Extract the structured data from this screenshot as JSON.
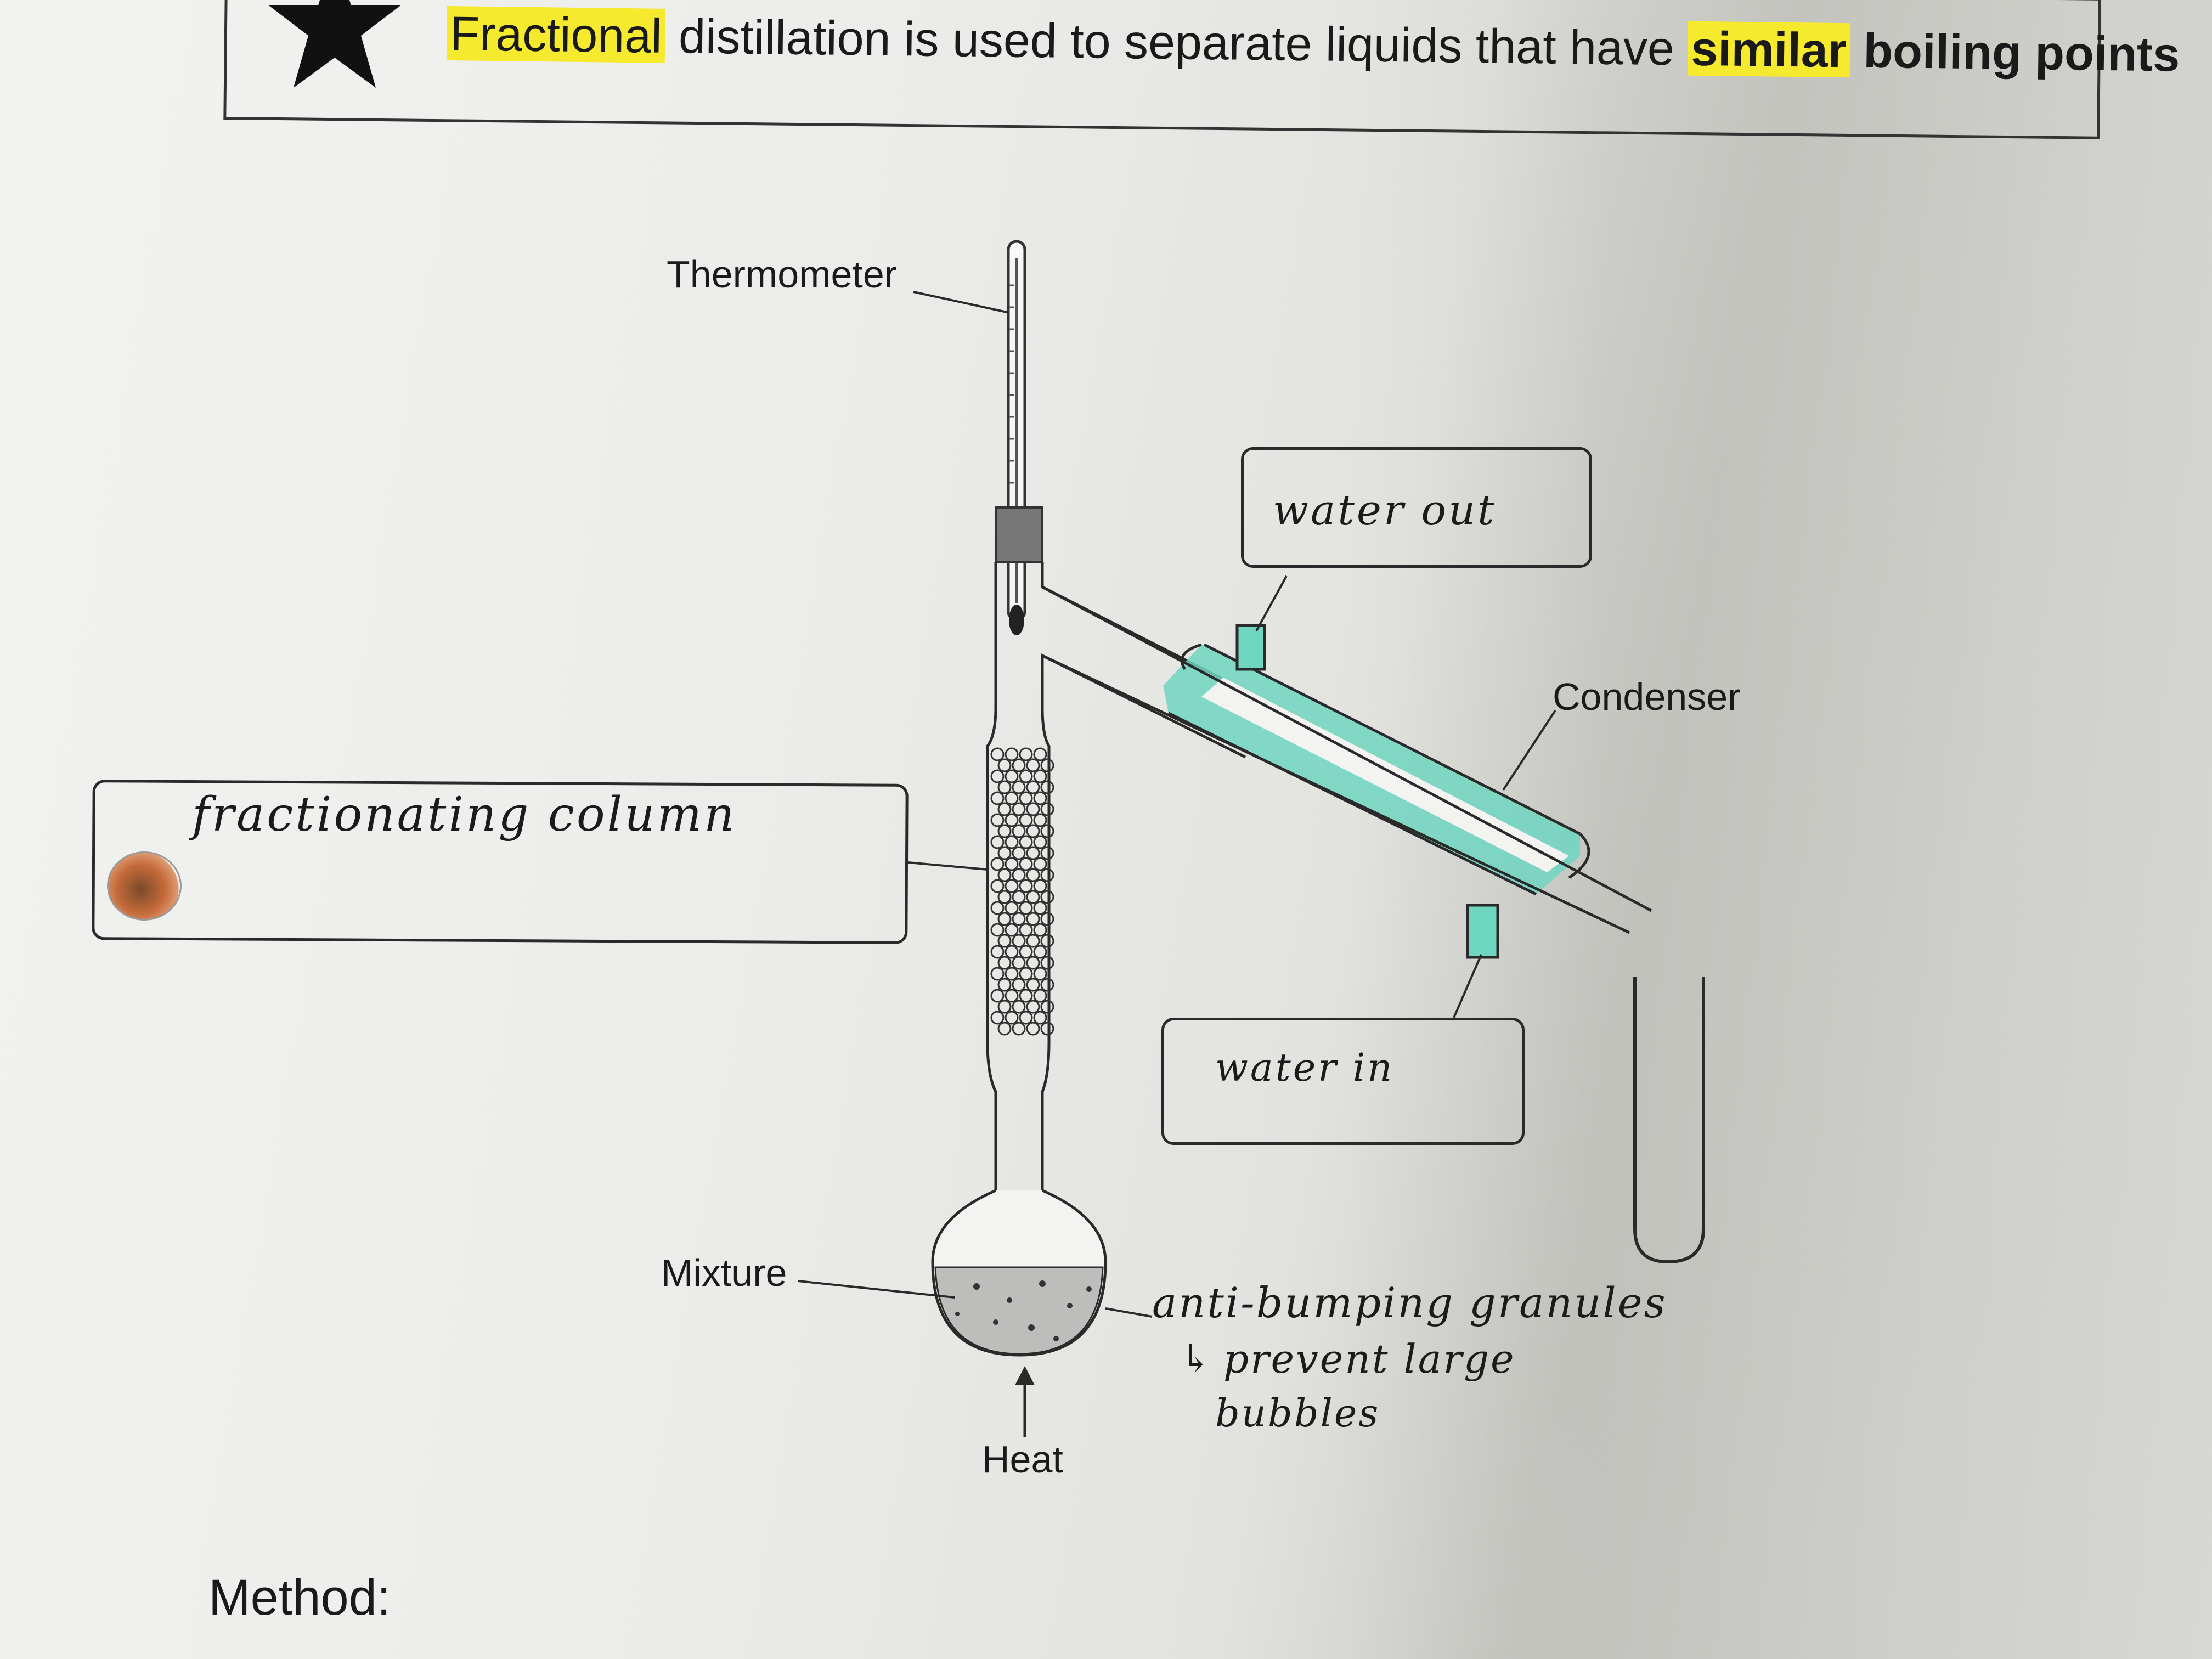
{
  "header": {
    "word_fractional": "Fractional",
    "middle_text": " distillation is used to separate liquids that have ",
    "word_similar": "similar",
    "end_text": " boiling points",
    "icon": "star-icon",
    "highlight_color": "#f5ea2e"
  },
  "diagram": {
    "labels": {
      "thermometer": "Thermometer",
      "condenser": "Condenser",
      "mixture": "Mixture",
      "heat": "Heat"
    },
    "handwritten": {
      "fractionating_column": "fractionating column",
      "water_out": "water out",
      "water_in": "water in",
      "anti_bumping_line1": "anti-bumping granules",
      "anti_bumping_line2": "prevent large",
      "anti_bumping_arrow": "↳",
      "anti_bumping_line3": "bubbles"
    },
    "condenser_color": "#6fd6c0"
  },
  "footer": {
    "method_label": "Method:"
  }
}
